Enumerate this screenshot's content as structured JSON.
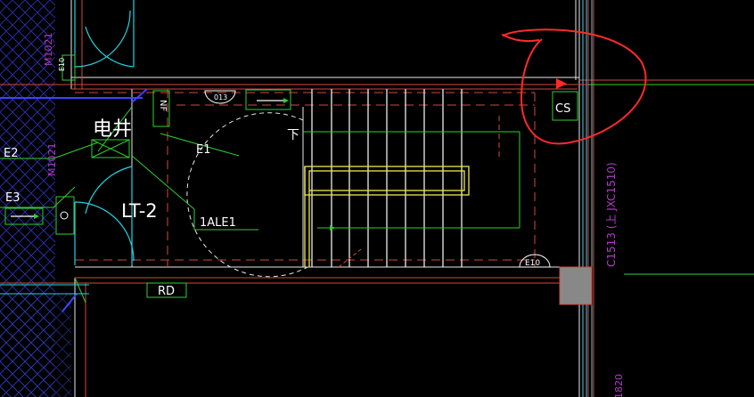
{
  "drawing": {
    "colors": {
      "background": "#000000",
      "wall_red": "#d24a3c",
      "wall_white": "#e8e8e8",
      "stair_white": "#ffffff",
      "stair_yellow": "#f2e64a",
      "door_cyan": "#22d4e0",
      "wire_green": "#2fcf2f",
      "annot_magenta": "#b13ac9",
      "axis_cyan": "#4fd0e8",
      "highlight_red": "#ff2a2a",
      "hatch_blue": "#3a44ff",
      "column_gray": "#888888"
    },
    "labels": {
      "elevator_shaft": "电井",
      "nf_tag": "NF",
      "e1": "E1",
      "e2": "E2",
      "e3": "E3",
      "lt2": "LT-2",
      "ale1": "1ALE1",
      "down": "下",
      "cs": "CS",
      "rd": "RD",
      "e10_top": "E10",
      "e10_bottom": "E10",
      "e13": "013",
      "m1021": "M1021",
      "mid_dim": "M1021",
      "right_annot": "C1513 (上 JXC1510)",
      "bottom_right_num": "1820"
    }
  }
}
